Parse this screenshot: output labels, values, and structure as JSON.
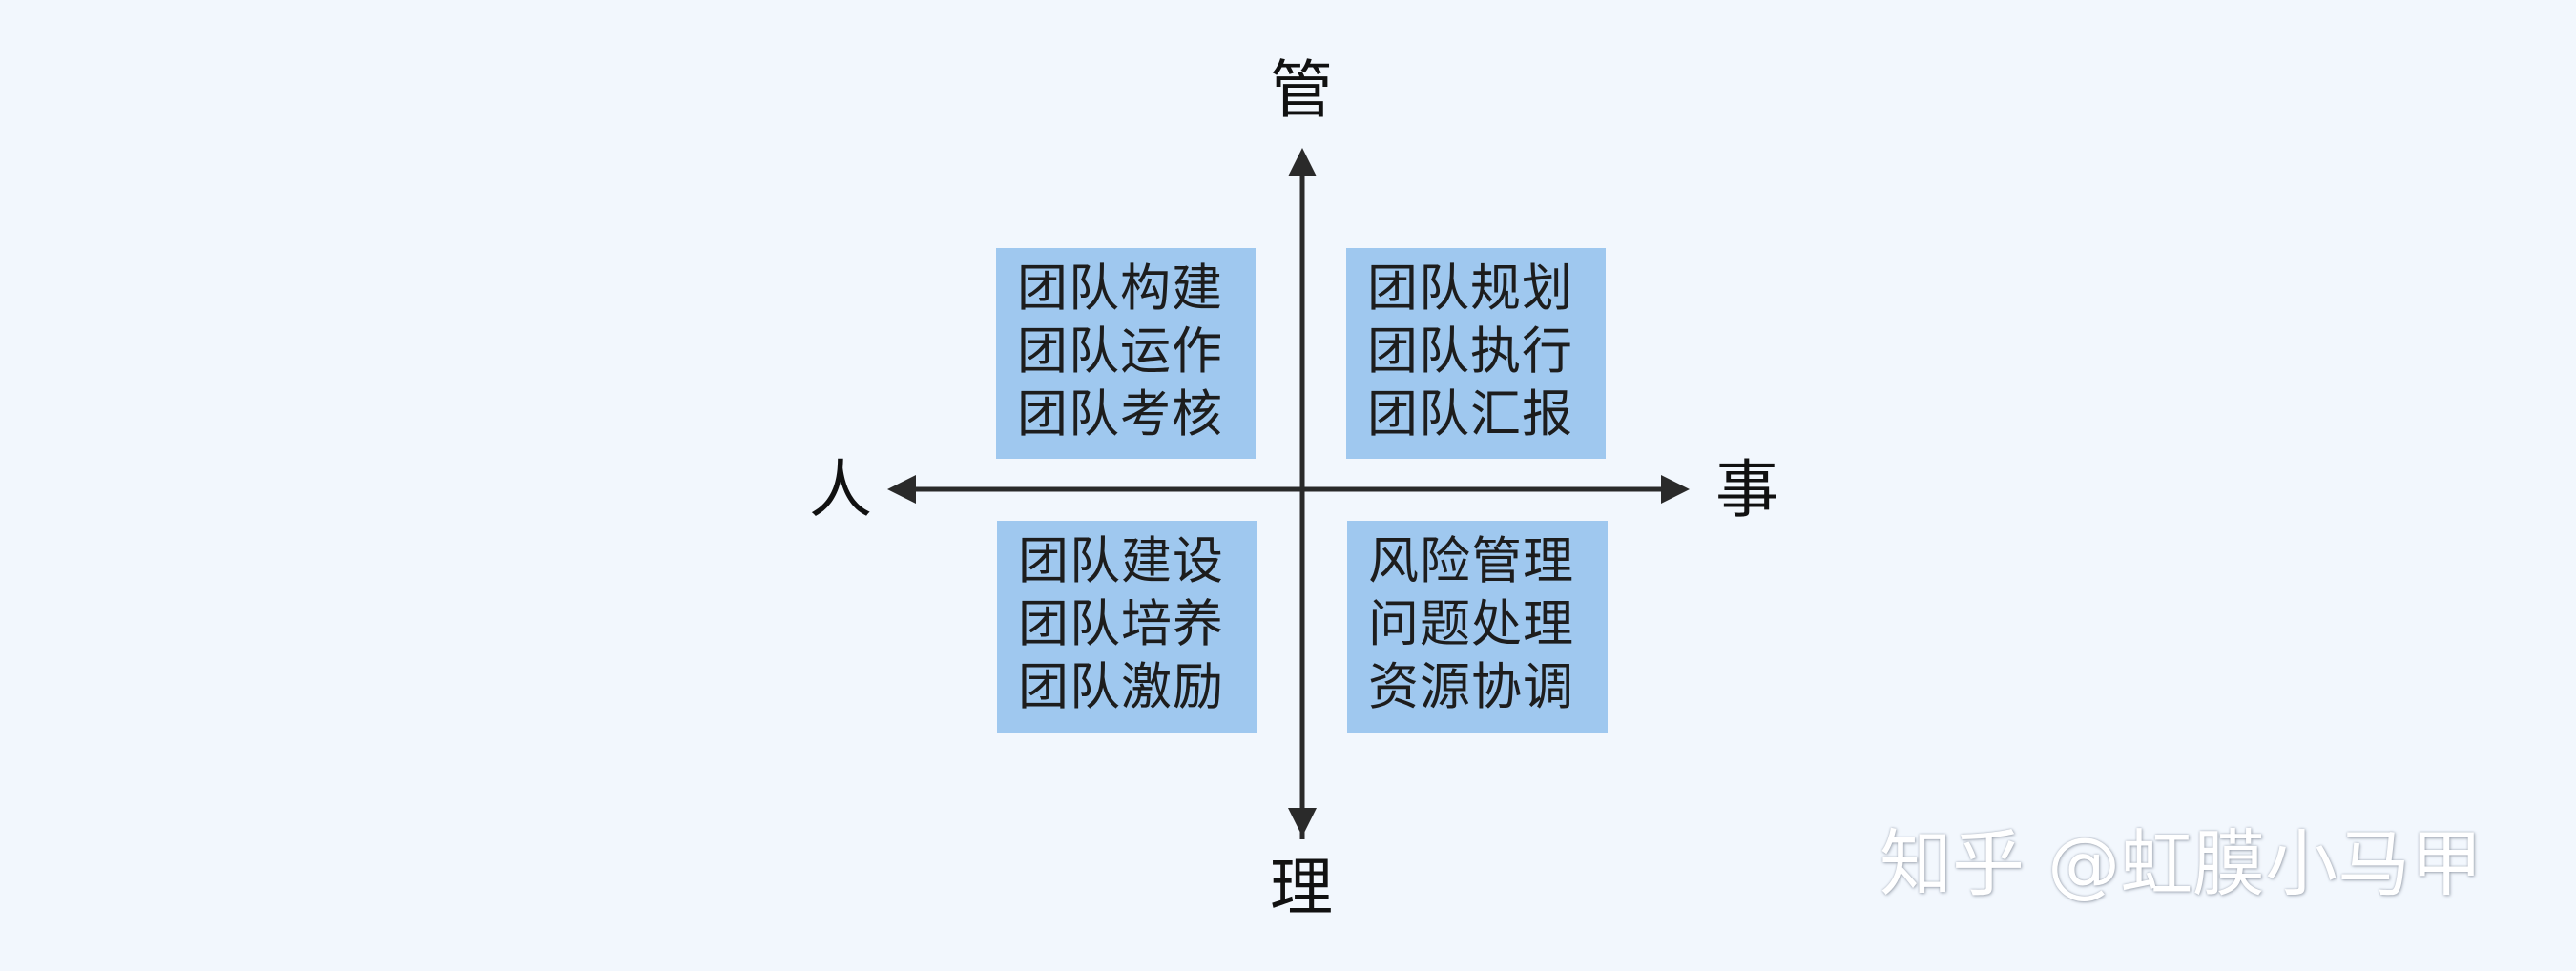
{
  "axes": {
    "top": "管",
    "bottom": "理",
    "left": "人",
    "right": "事"
  },
  "quadrants": {
    "top_left": [
      "团队构建",
      "团队运作",
      "团队考核"
    ],
    "top_right": [
      "团队规划",
      "团队执行",
      "团队汇报"
    ],
    "bottom_left": [
      "团队建设",
      "团队培养",
      "团队激励"
    ],
    "bottom_right": [
      "风险管理",
      "问题处理",
      "资源协调"
    ]
  },
  "watermark": "知乎 @虹膜小马甲",
  "colors": {
    "background": "#f2f7fd",
    "box_fill": "#9fc8ef",
    "axis": "#2a2a2a"
  }
}
